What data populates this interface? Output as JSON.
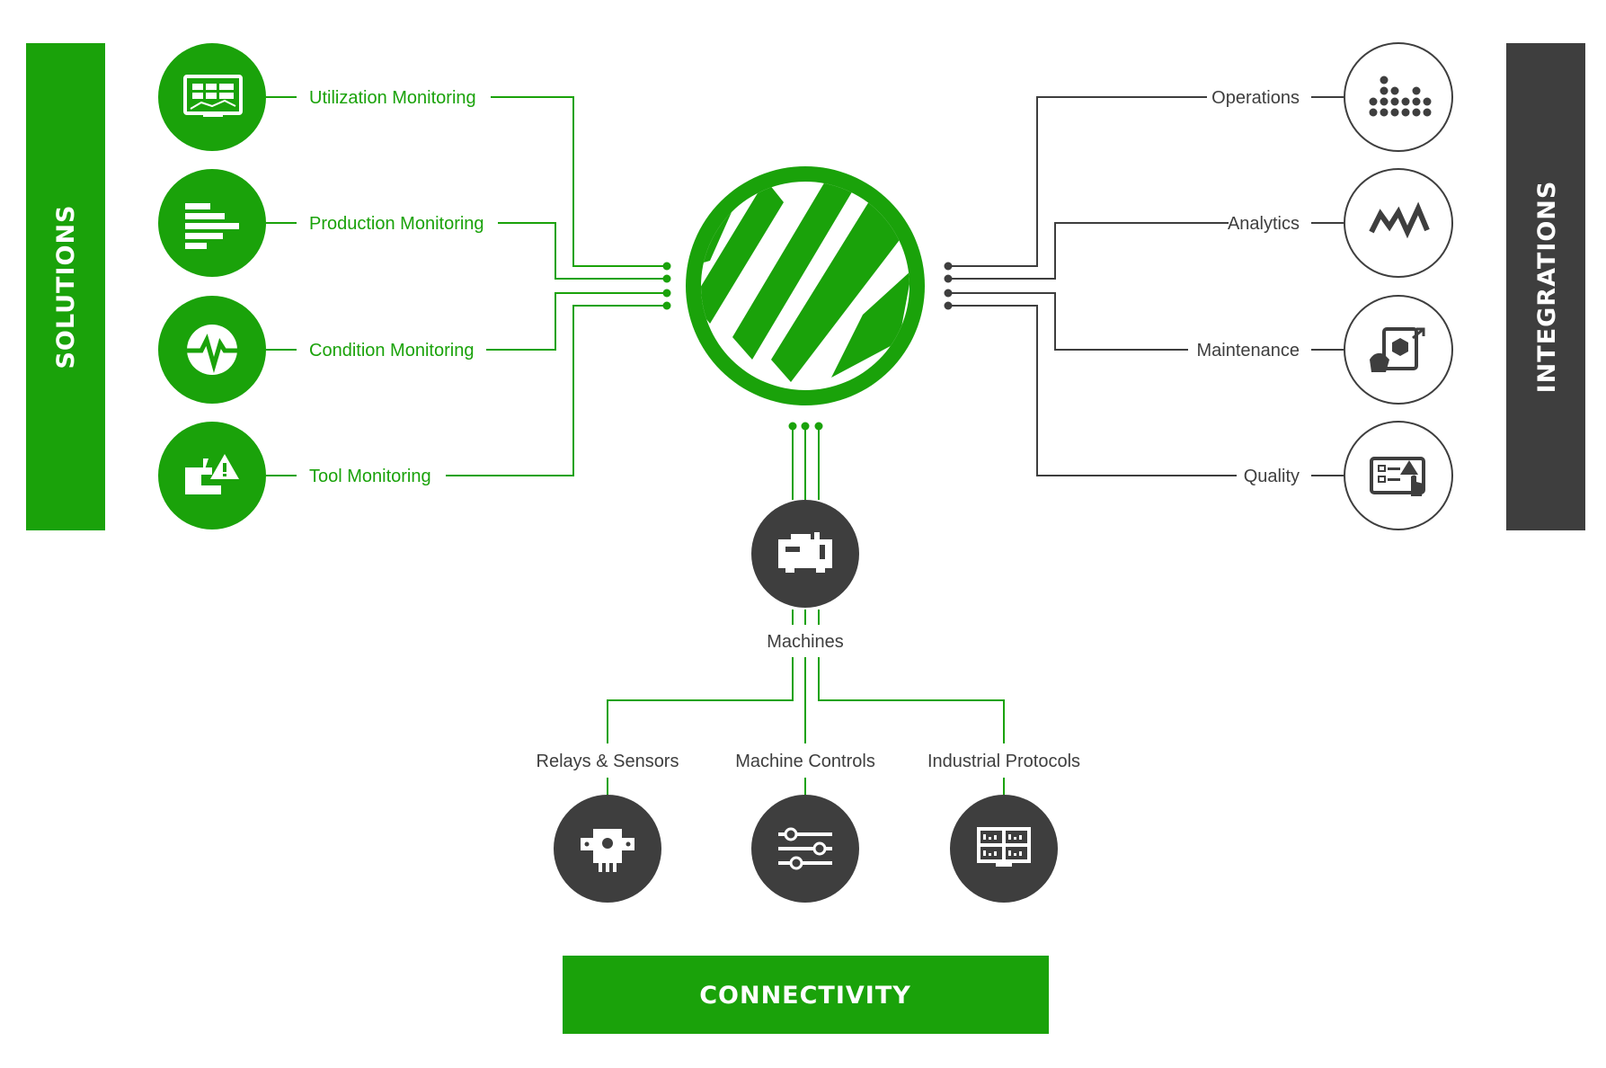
{
  "colors": {
    "green": "#1aa20a",
    "dark": "#3e3e3e",
    "white": "#ffffff"
  },
  "bands": {
    "solutions": "SOLUTIONS",
    "integrations": "INTEGRATIONS",
    "connectivity": "CONNECTIVITY"
  },
  "solutions": [
    {
      "label": "Utilization Monitoring",
      "icon": "monitor-dashboard-icon"
    },
    {
      "label": "Production Monitoring",
      "icon": "bar-list-icon"
    },
    {
      "label": "Condition Monitoring",
      "icon": "pulse-gauge-icon"
    },
    {
      "label": "Tool Monitoring",
      "icon": "tool-warning-icon"
    }
  ],
  "integrations": [
    {
      "label": "Operations",
      "icon": "dot-matrix-icon"
    },
    {
      "label": "Analytics",
      "icon": "zigzag-chart-icon"
    },
    {
      "label": "Maintenance",
      "icon": "hand-tablet-icon"
    },
    {
      "label": "Quality",
      "icon": "checklist-tablet-icon"
    }
  ],
  "hub": {
    "icon": "central-logo-icon"
  },
  "machines": {
    "label": "Machines",
    "icon": "machine-icon"
  },
  "connectivity": [
    {
      "label": "Relays & Sensors",
      "icon": "sensor-chip-icon"
    },
    {
      "label": "Machine Controls",
      "icon": "slider-controls-icon"
    },
    {
      "label": "Industrial Protocols",
      "icon": "protocol-screen-icon"
    }
  ]
}
